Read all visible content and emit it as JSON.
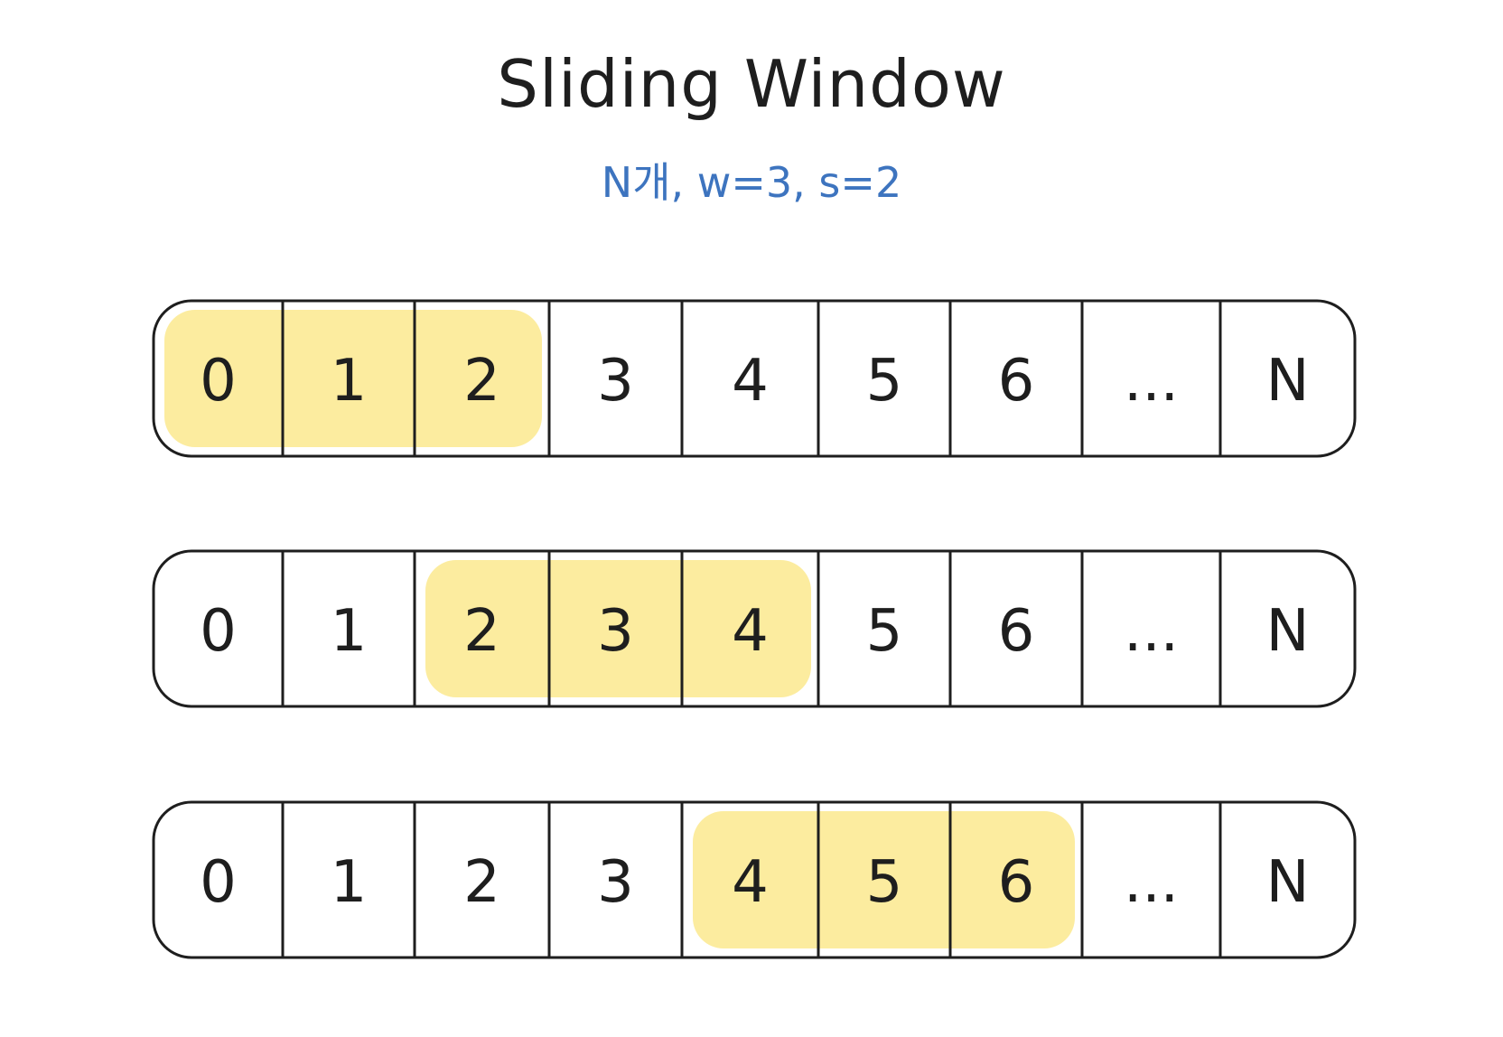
{
  "title": "Sliding Window",
  "subtitle": "N개, w=3, s=2",
  "highlight_color": "#fcec9f",
  "stroke_color": "#1e1e1e",
  "subtitle_color": "#3d74bf",
  "rows": [
    {
      "cells": [
        "0",
        "1",
        "2",
        "3",
        "4",
        "5",
        "6",
        "...",
        "N"
      ],
      "window": [
        0,
        2
      ]
    },
    {
      "cells": [
        "0",
        "1",
        "2",
        "3",
        "4",
        "5",
        "6",
        "...",
        "N"
      ],
      "window": [
        2,
        4
      ]
    },
    {
      "cells": [
        "0",
        "1",
        "2",
        "3",
        "4",
        "5",
        "6",
        "...",
        "N"
      ],
      "window": [
        4,
        6
      ]
    }
  ]
}
